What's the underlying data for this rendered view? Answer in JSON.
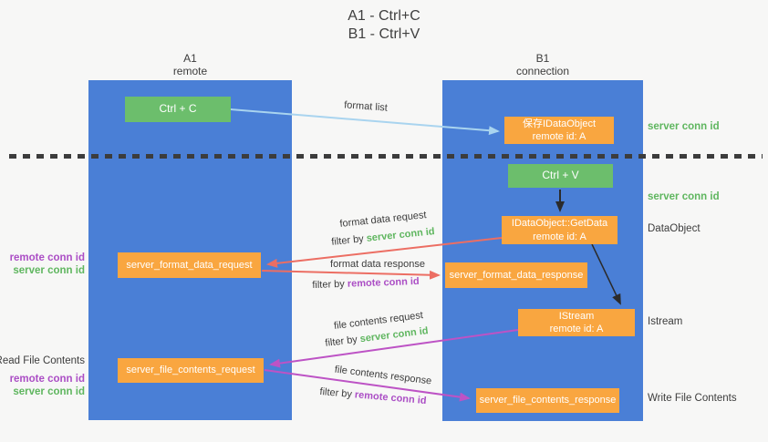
{
  "title": {
    "line1": "A1 - Ctrl+C",
    "line2": "B1 - Ctrl+V"
  },
  "lanes": {
    "left": {
      "name": "A1",
      "subtitle": "remote"
    },
    "right": {
      "name": "B1",
      "subtitle": "connection"
    }
  },
  "nodes": {
    "ctrl_c": {
      "label": "Ctrl + C"
    },
    "save_idataobject": {
      "line1": "保存IDataObject",
      "line2": "remote id: A"
    },
    "ctrl_v": {
      "label": "Ctrl + V"
    },
    "getdata": {
      "line1": "IDataObject::GetData",
      "line2": "remote id: A"
    },
    "format_request": {
      "label": "server_format_data_request"
    },
    "format_response": {
      "label": "server_format_data_response"
    },
    "istream": {
      "line1": "IStream",
      "line2": "remote id: A"
    },
    "file_request": {
      "label": "server_file_contents_request"
    },
    "file_response": {
      "label": "server_file_contents_response"
    }
  },
  "arrow_labels": {
    "format_list": "format list",
    "format_data_request": "format data request",
    "format_data_response": "format data response",
    "file_contents_request": "file contents request",
    "file_contents_response": "file contents response",
    "filter_by": "filter by ",
    "server_conn_id": "server conn id",
    "remote_conn_id": "remote conn id"
  },
  "side_labels": {
    "right_top_server_conn_id": "server conn id",
    "right_mid_server_conn_id": "server conn id",
    "dataobject": "DataObject",
    "istream": "Istream",
    "write_file_contents": "Write File Contents",
    "read_file_contents": "Read File Contents",
    "left1_remote_conn_id": "remote conn id",
    "left1_server_conn_id": "server conn id",
    "left2_remote_conn_id": "remote conn id",
    "left2_server_conn_id": "server conn id"
  },
  "colors": {
    "lane_blue": "#4a7fd6",
    "node_green": "#6cbe6c",
    "node_orange": "#f9a640",
    "arrow_light_blue": "#a9d4ef",
    "arrow_red": "#ec6e63",
    "arrow_magenta": "#bd53c5",
    "arrow_black": "#2b2b2b",
    "text_green": "#5fb65f",
    "text_purple": "#ab4ec5",
    "text_dark": "#3c3c3c"
  }
}
